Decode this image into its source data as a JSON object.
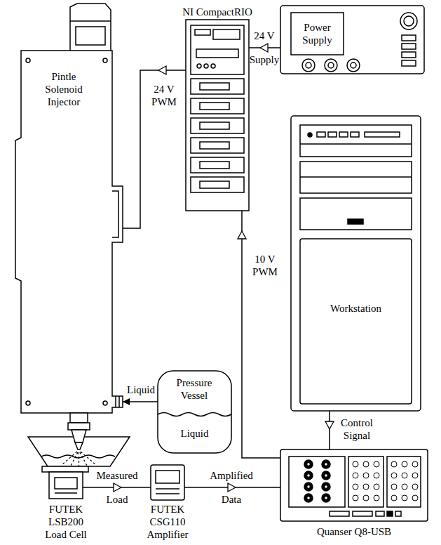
{
  "diagram": {
    "nodes": [
      {
        "text": [
          "Pintle Solenoid Injector"
        ]
      },
      {
        "text": [
          "NI CompactRIO"
        ]
      },
      {
        "text": [
          "Power Supply"
        ]
      },
      {
        "text": [
          "Workstation"
        ]
      },
      {
        "text": [
          "Pressure Vessel",
          "Liquid"
        ]
      },
      {
        "text": [
          "FUTEK LSB200 Load Cell"
        ]
      },
      {
        "text": [
          "FUTEK CSG110 Amplifier"
        ]
      },
      {
        "text": [
          "Quanser Q8-USB"
        ]
      }
    ],
    "edges": [
      {
        "from": 2,
        "to": 1,
        "label": "24 V Supply",
        "arrow": "to"
      },
      {
        "from": 1,
        "to": 0,
        "label": "24 V PWM",
        "arrow": "to"
      },
      {
        "from": 7,
        "to": 1,
        "label": "10 V PWM",
        "arrow": "to"
      },
      {
        "from": 3,
        "to": 7,
        "label": "Control Signal",
        "arrow": "to"
      },
      {
        "from": 4,
        "to": 0,
        "label": "Liquid",
        "arrow": "to"
      },
      {
        "from": 5,
        "to": 6,
        "label": "Measured Load",
        "arrow": "to"
      },
      {
        "from": 6,
        "to": 7,
        "label": "Amplified Data",
        "arrow": "to"
      }
    ]
  }
}
